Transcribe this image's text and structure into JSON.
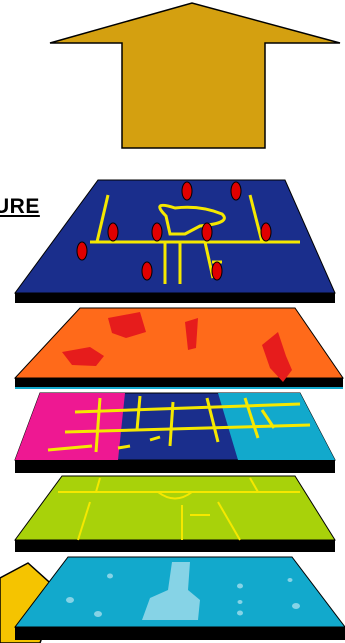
{
  "caption": "URE",
  "layers": [
    {
      "name": "structure-layer",
      "fill": "#1a2e8c"
    },
    {
      "name": "orange-layer",
      "fill": "#ff6a1a"
    },
    {
      "name": "land-use-layer",
      "fill": "#1a2e8c"
    },
    {
      "name": "green-layer",
      "fill": "#a8d20a"
    },
    {
      "name": "water-layer",
      "fill": "#12a9cc"
    }
  ],
  "colors": {
    "arrow": "#d4a010",
    "structure_lines": "#f5e800",
    "markers": "#e00000",
    "orange_blobs": "#e61c1c",
    "magenta_zone": "#ee1892",
    "cyan_zone": "#12a9cc",
    "green_lines": "#f5e800",
    "water_pool": "#86d3e6",
    "side_arrow": "#f5c400",
    "layer_edge": "#000000"
  }
}
